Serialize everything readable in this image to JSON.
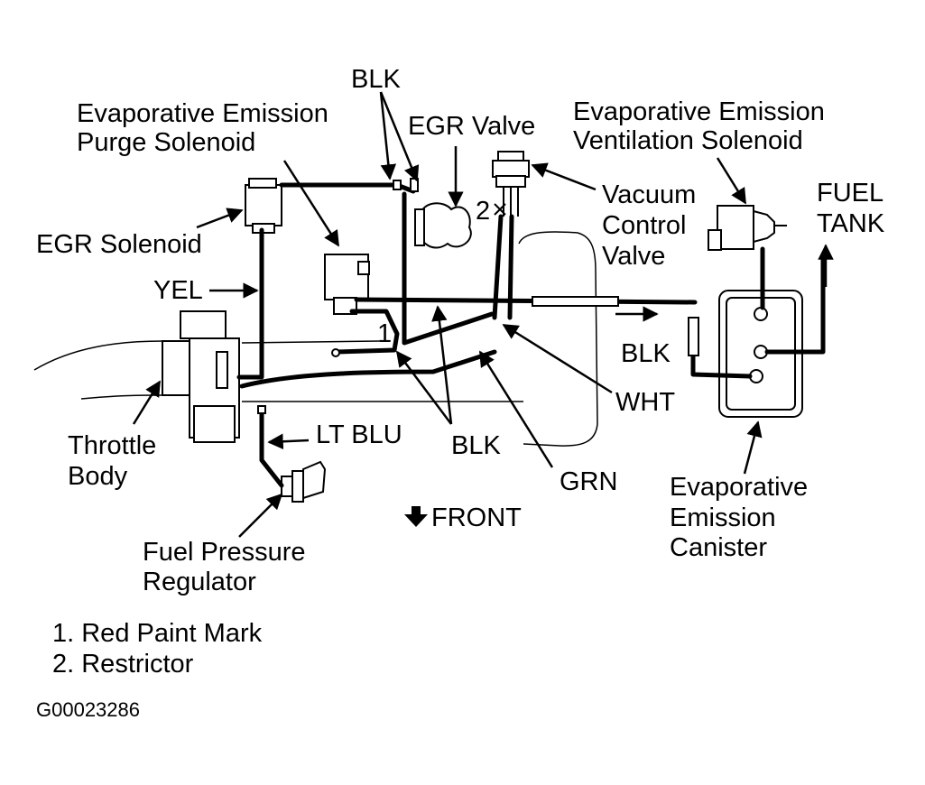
{
  "labels": {
    "blk_top": "BLK",
    "purge_solenoid_1": "Evaporative Emission",
    "purge_solenoid_2": "Purge Solenoid",
    "egr_valve": "EGR Valve",
    "vent_solenoid_1": "Evaporative Emission",
    "vent_solenoid_2": "Ventilation Solenoid",
    "vacuum_control_1": "Vacuum",
    "vacuum_control_2": "Control",
    "vacuum_control_3": "Valve",
    "fuel_tank_1": "FUEL",
    "fuel_tank_2": "TANK",
    "egr_solenoid": "EGR Solenoid",
    "yel": "YEL",
    "blk_right": "BLK",
    "wht": "WHT",
    "throttle_body_1": "Throttle",
    "throttle_body_2": "Body",
    "lt_blu": "LT BLU",
    "blk_bottom": "BLK",
    "grn": "GRN",
    "canister_1": "Evaporative",
    "canister_2": "Emission",
    "canister_3": "Canister",
    "front": "FRONT",
    "regulator_1": "Fuel Pressure",
    "regulator_2": "Regulator",
    "callout_1": "1",
    "callout_2": "2"
  },
  "legend": [
    "1. Red Paint Mark",
    "2. Restrictor"
  ],
  "figure_id": "G00023286",
  "icons": {
    "front_arrow": "down-arrow-icon"
  },
  "colors": {
    "ink": "#000000",
    "background": "#ffffff"
  }
}
